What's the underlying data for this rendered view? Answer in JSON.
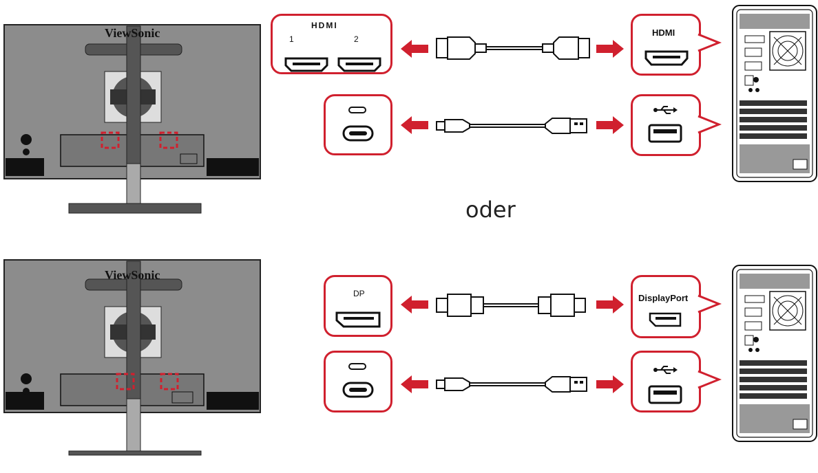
{
  "diagram": {
    "separator": "oder",
    "brand": "ViewSonic",
    "top": {
      "monitor_ports": {
        "logo": "HDMI",
        "port1": "1",
        "port2": "2"
      },
      "pc_port": "HDMI"
    },
    "bottom": {
      "monitor_ports": {
        "label": "DP"
      },
      "pc_port": "DisplayPort"
    },
    "accent_color": "#d0202e",
    "icons": [
      "hdmi-connector-icon",
      "usb-c-port-icon",
      "usb-a-port-icon",
      "usb-symbol-icon",
      "displayport-connector-icon",
      "pc-tower-icon",
      "monitor-back-icon",
      "arrow-left-icon",
      "arrow-right-icon"
    ]
  }
}
